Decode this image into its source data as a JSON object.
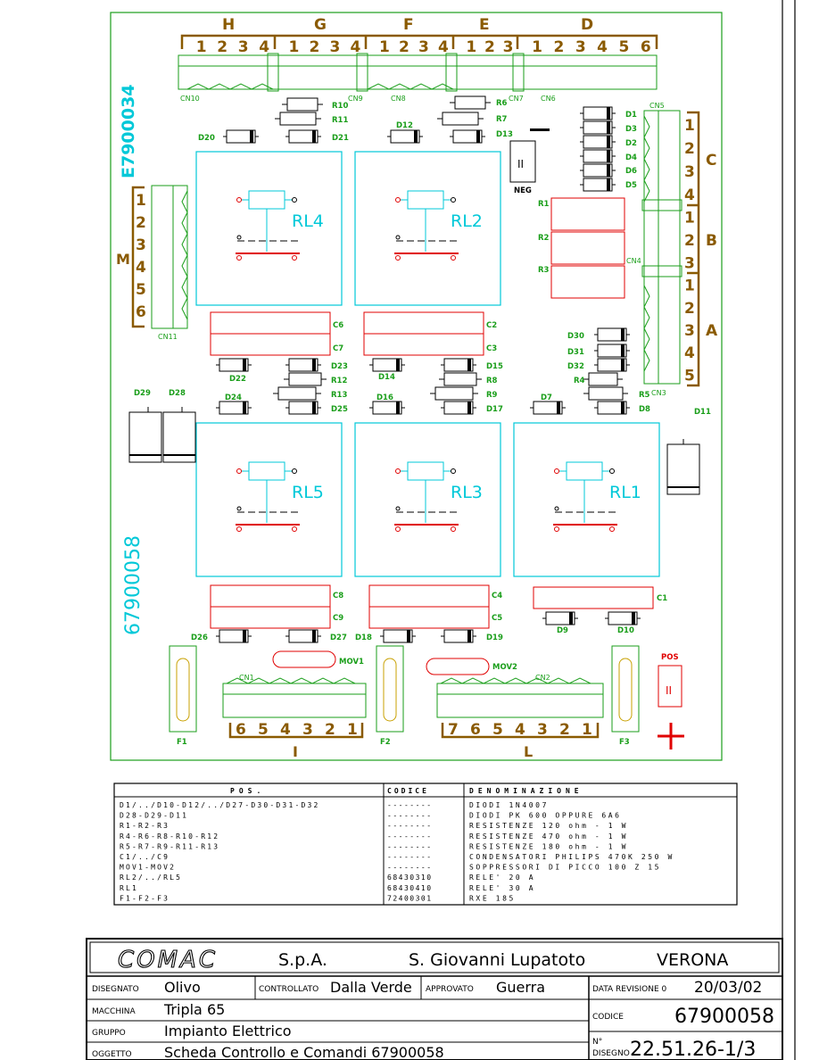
{
  "board": {
    "code_vertical_top": "E7900034",
    "code_vertical_bottom": "67900058",
    "top_groups": [
      "H",
      "G",
      "F",
      "E",
      "D"
    ],
    "top_pins": {
      "H": [
        "1",
        "2",
        "3",
        "4"
      ],
      "G": [
        "1",
        "2",
        "3",
        "4"
      ],
      "F": [
        "1",
        "2",
        "3",
        "4"
      ],
      "E": [
        "1",
        "2",
        "3"
      ],
      "D": [
        "1",
        "2",
        "3",
        "4",
        "5",
        "6"
      ]
    },
    "top_cn": [
      "CN10",
      "CN9",
      "CN8",
      "CN7",
      "CN6"
    ],
    "right_groups": [
      "C",
      "B",
      "A"
    ],
    "right_pins": {
      "C": [
        "1",
        "2",
        "3",
        "4"
      ],
      "B": [
        "1",
        "2",
        "3"
      ],
      "A": [
        "1",
        "2",
        "3",
        "4",
        "5"
      ]
    },
    "right_cn": [
      "CN5",
      "CN4",
      "CN3"
    ],
    "left_group": "M",
    "left_pins": [
      "1",
      "2",
      "3",
      "4",
      "5",
      "6"
    ],
    "left_cn": "CN11",
    "bottom_I_pins": [
      "6",
      "5",
      "4",
      "3",
      "2",
      "1"
    ],
    "bottom_L_pins": [
      "7",
      "6",
      "5",
      "4",
      "3",
      "2",
      "1"
    ],
    "bottom_I_label": "I",
    "bottom_L_label": "L",
    "bottom_cn": [
      "CN1",
      "CN2"
    ],
    "relays": [
      "RL4",
      "RL2",
      "RL5",
      "RL3",
      "RL1"
    ],
    "labels": {
      "R10": "R10",
      "R11": "R11",
      "D21": "D21",
      "D20": "D20",
      "D12": "D12",
      "R6": "R6",
      "R7": "R7",
      "D13": "D13",
      "NEG": "NEG",
      "D1": "D1",
      "D3": "D3",
      "D2": "D2",
      "D4": "D4",
      "D6": "D6",
      "D5": "D5",
      "R1": "R1",
      "R2": "R2",
      "R3": "R3",
      "C6": "C6",
      "C7": "C7",
      "C2": "C2",
      "C3": "C3",
      "D22": "D22",
      "D23": "D23",
      "R12": "R12",
      "R13": "R13",
      "D25": "D25",
      "D24": "D24",
      "D14": "D14",
      "D15": "D15",
      "R8": "R8",
      "R9": "R9",
      "D16": "D16",
      "D17": "D17",
      "D30": "D30",
      "D31": "D31",
      "D32": "D32",
      "R4": "R4",
      "R5": "R5",
      "D7": "D7",
      "D8": "D8",
      "D11": "D11",
      "D29": "D29",
      "D28": "D28",
      "C8": "C8",
      "C9": "C9",
      "C4": "C4",
      "C5": "C5",
      "C1": "C1",
      "D26": "D26",
      "D27": "D27",
      "D18": "D18",
      "D19": "D19",
      "D9": "D9",
      "D10": "D10",
      "MOV1": "MOV1",
      "MOV2": "MOV2",
      "POS": "POS",
      "F1": "F1",
      "F2": "F2",
      "F3": "F3"
    }
  },
  "bom": {
    "headers": [
      "POS.",
      "CODICE",
      "DENOMINAZIONE"
    ],
    "rows": [
      [
        "D1/../D10-D12/../D27-D30-D31-D32",
        "--------",
        "DIODI 1N4007"
      ],
      [
        "D28-D29-D11",
        "--------",
        "DIODI PK 600 OPPURE 6A6"
      ],
      [
        "R1-R2-R3",
        "--------",
        "RESISTENZE 120 ohm - 1 W"
      ],
      [
        "R4-R6-R8-R10-R12",
        "--------",
        "RESISTENZE 470 ohm - 1 W"
      ],
      [
        "R5-R7-R9-R11-R13",
        "--------",
        "RESISTENZE 180 ohm - 1 W"
      ],
      [
        "C1/../C9",
        "--------",
        "CONDENSATORI PHILIPS 470K 250 W"
      ],
      [
        "MOV1-MOV2",
        "--------",
        "SOPPRESSORI DI PICCO 100 Z 15"
      ],
      [
        "RL2/../RL5",
        "68430310",
        "RELE' 20 A"
      ],
      [
        "RL1",
        "68430410",
        "RELE' 30 A"
      ],
      [
        "F1-F2-F3",
        "72400301",
        "RXE 185"
      ]
    ]
  },
  "title_block": {
    "company_logo": "COMAC",
    "company_suffix": "S.p.A.",
    "city": "S.   Giovanni   Lupatoto",
    "province": "VERONA",
    "lbl_disegnato": "DISEGNATO",
    "disegnato": "Olivo",
    "lbl_controllato": "CONTROLLATO",
    "controllato": "Dalla Verde",
    "lbl_approvato": "APPROVATO",
    "approvato": "Guerra",
    "lbl_data_revisione": "DATA REVISIONE 0",
    "data_revisione": "20/03/02",
    "lbl_macchina": "MACCHINA",
    "macchina": "Tripla  65",
    "lbl_codice": "CODICE",
    "codice": "67900058",
    "lbl_gruppo": "GRUPPO",
    "gruppo": "Impianto  Elettrico",
    "lbl_oggetto": "OGGETTO",
    "oggetto": "Scheda  Controllo  e  Comandi  67900058",
    "lbl_n": "N°",
    "lbl_disegno": "DISEGNO",
    "disegno_n": "22.51.26-1/3"
  },
  "colors": {
    "board": "#1a9e1a",
    "silk": "#000000",
    "pin": "#8a5a00",
    "relay": "#00c8d8",
    "red": "#e00000"
  }
}
